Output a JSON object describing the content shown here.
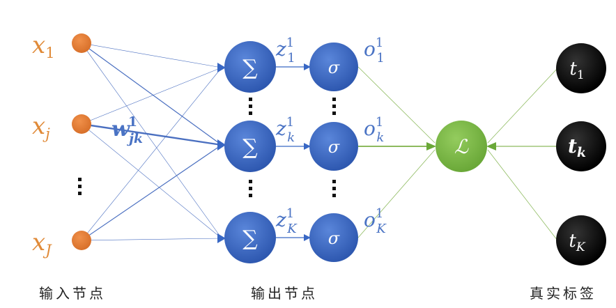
{
  "colors": {
    "input_node": "#E67E2E",
    "input_label": "#E08A38",
    "blue_node": "#3867C4",
    "blue_label": "#4A73C4",
    "green_node": "#7DB847",
    "green_edge": "#8DBA5E",
    "black_node": "#111111",
    "edge_blue": "#4A6FC0"
  },
  "inputs": {
    "x1": {
      "base": "x",
      "sub": "1"
    },
    "xj": {
      "base": "x",
      "sub": "j"
    },
    "xJ": {
      "base": "x",
      "sub": "J"
    }
  },
  "weight": {
    "base": "w",
    "sup": "1",
    "sub": "jk"
  },
  "sum_symbol": "∑",
  "sigma_symbol": "σ",
  "loss_symbol": "ℒ",
  "z": {
    "z1": {
      "base": "z",
      "sup": "1",
      "sub": "1"
    },
    "zk": {
      "base": "z",
      "sup": "1",
      "sub": "k"
    },
    "zK": {
      "base": "z",
      "sup": "1",
      "sub": "K"
    }
  },
  "o": {
    "o1": {
      "base": "o",
      "sup": "1",
      "sub": "1"
    },
    "ok": {
      "base": "o",
      "sup": "1",
      "sub": "k"
    },
    "oK": {
      "base": "o",
      "sup": "1",
      "sub": "K"
    }
  },
  "targets": {
    "t1": {
      "base": "t",
      "sub": "1"
    },
    "tk": {
      "base": "t",
      "sub": "k"
    },
    "tK": {
      "base": "t",
      "sub": "K"
    }
  },
  "captions": {
    "input_nodes": "输入节点",
    "output_nodes": "输出节点",
    "true_labels": "真实标签"
  }
}
